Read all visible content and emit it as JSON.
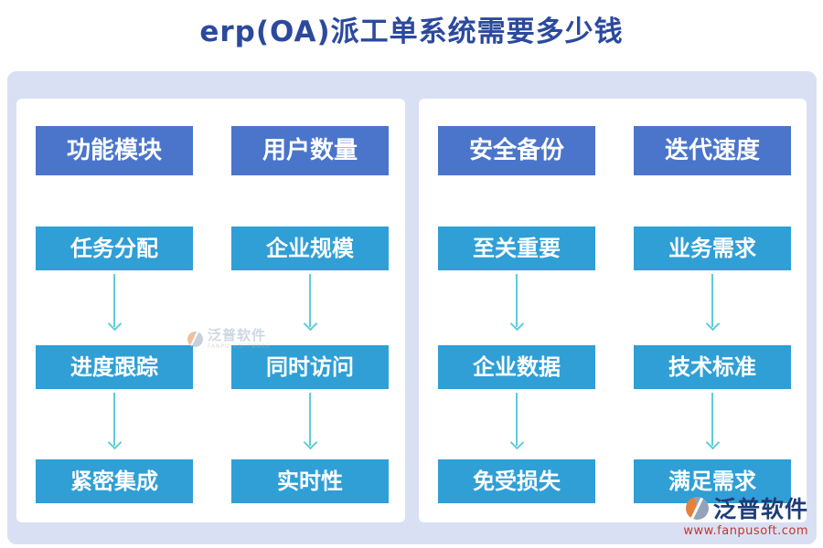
{
  "page": {
    "title": "erp(OA)派工单系统需要多少钱"
  },
  "panels": [
    {
      "columns": [
        {
          "header": "功能模块",
          "items": [
            "任务分配",
            "进度跟踪",
            "紧密集成"
          ]
        },
        {
          "header": "用户数量",
          "items": [
            "企业规模",
            "同时访问",
            "实时性"
          ]
        }
      ]
    },
    {
      "columns": [
        {
          "header": "安全备份",
          "items": [
            "至关重要",
            "企业数据",
            "免受损失"
          ]
        },
        {
          "header": "迭代速度",
          "items": [
            "业务需求",
            "技术标准",
            "满足需求"
          ]
        }
      ]
    }
  ],
  "watermark": {
    "brand": "泛普软件",
    "subtext": "FANPU SOFTWARE"
  },
  "logo": {
    "brand": "泛普软件",
    "url": "www.fanpusoft.com"
  },
  "colors": {
    "title": "#2b4a9e",
    "header_box": "#4a75cb",
    "item_box": "#2f9fd6",
    "arrow": "#5ecdd8",
    "background_band": "#d9e0f3",
    "panel": "#ffffff",
    "logo_text": "#1e3c78",
    "logo_url": "#c0392b",
    "logo_orange": "#e6813a",
    "logo_gray": "#94a3b8"
  }
}
